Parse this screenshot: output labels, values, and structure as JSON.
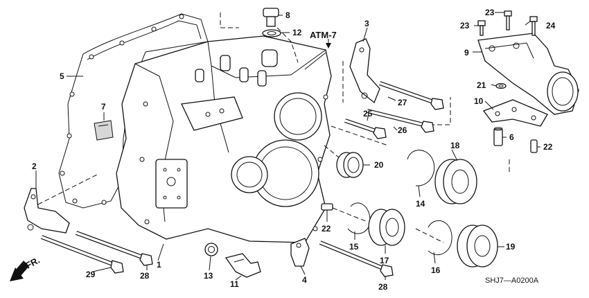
{
  "diagram": {
    "reference_label": "ATM-7",
    "drawing_code": "SHJ7—A0200A",
    "direction_label": "FR.",
    "callouts": [
      {
        "id": "c1",
        "label": "1"
      },
      {
        "id": "c2",
        "label": "2"
      },
      {
        "id": "c3",
        "label": "3"
      },
      {
        "id": "c4",
        "label": "4"
      },
      {
        "id": "c5",
        "label": "5"
      },
      {
        "id": "c6",
        "label": "6"
      },
      {
        "id": "c7",
        "label": "7"
      },
      {
        "id": "c8",
        "label": "8"
      },
      {
        "id": "c9",
        "label": "9"
      },
      {
        "id": "c10",
        "label": "10"
      },
      {
        "id": "c11",
        "label": "11"
      },
      {
        "id": "c12",
        "label": "12"
      },
      {
        "id": "c13",
        "label": "13"
      },
      {
        "id": "c14",
        "label": "14"
      },
      {
        "id": "c15",
        "label": "15"
      },
      {
        "id": "c16",
        "label": "16"
      },
      {
        "id": "c17",
        "label": "17"
      },
      {
        "id": "c18",
        "label": "18"
      },
      {
        "id": "c19",
        "label": "19"
      },
      {
        "id": "c20",
        "label": "20"
      },
      {
        "id": "c21",
        "label": "21"
      },
      {
        "id": "c22a",
        "label": "22"
      },
      {
        "id": "c22b",
        "label": "22"
      },
      {
        "id": "c23a",
        "label": "23"
      },
      {
        "id": "c23b",
        "label": "23"
      },
      {
        "id": "c24",
        "label": "24"
      },
      {
        "id": "c25",
        "label": "25"
      },
      {
        "id": "c26",
        "label": "26"
      },
      {
        "id": "c27",
        "label": "27"
      },
      {
        "id": "c28a",
        "label": "28"
      },
      {
        "id": "c28b",
        "label": "28"
      },
      {
        "id": "c29",
        "label": "29"
      }
    ]
  }
}
